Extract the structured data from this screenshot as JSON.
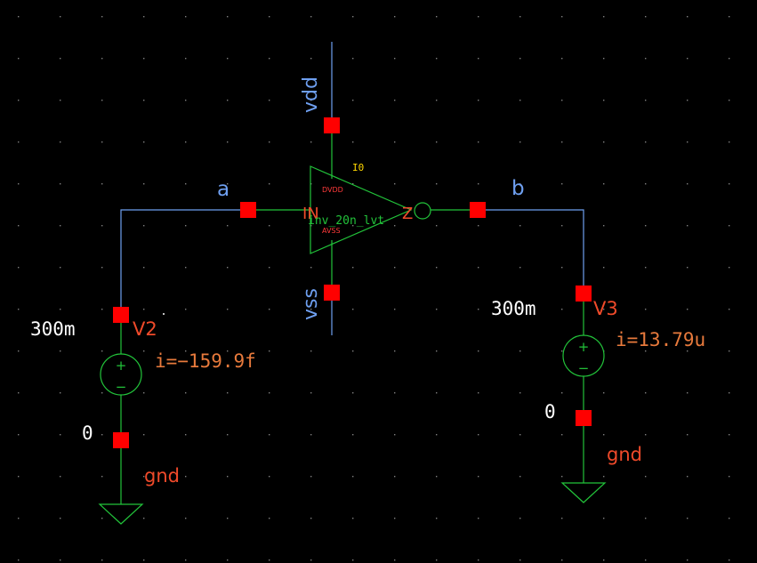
{
  "colors": {
    "background": "#000000",
    "grid_dot": "#7f7f7f",
    "wire": "#6e9ff0",
    "device": "#22c33a",
    "pin": "#ff0000",
    "net_label": "#6e9ff0",
    "device_label": "#f04a2a",
    "value_label": "#ffffff",
    "param_label": "#e87a3c",
    "pin_label_small": "#ff3a3a",
    "instance_label": "#ffd700"
  },
  "nets": {
    "vdd": "vdd",
    "vss": "vss",
    "a": "a",
    "b": "b"
  },
  "inverter": {
    "instance": "I0",
    "cell": "inv_20n_lvt",
    "pin_in": "IN",
    "pin_out": "Z",
    "pin_vdd": "DVDD",
    "pin_vss": "AVSS"
  },
  "source_left": {
    "name": "V2",
    "value": "300m",
    "current": "i=−159.9f",
    "zero": "0",
    "ground": "gnd",
    "plus": "+",
    "minus": "−"
  },
  "source_right": {
    "name": "V3",
    "value": "300m",
    "current": "i=13.79u",
    "zero": "0",
    "ground": "gnd",
    "plus": "+",
    "minus": "−"
  }
}
